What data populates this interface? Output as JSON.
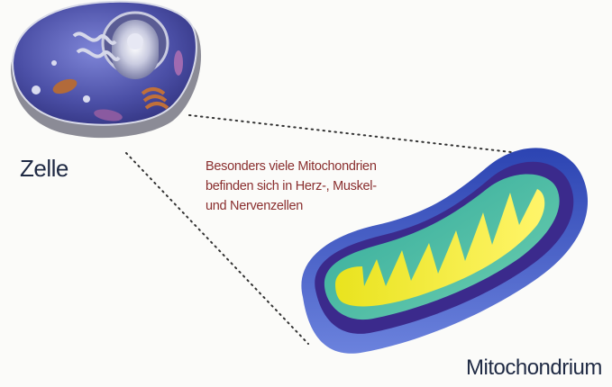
{
  "labels": {
    "cell": "Zelle",
    "mitochondrion": "Mitochondrium"
  },
  "caption": {
    "lines": [
      "Besonders viele Mitochondrien",
      "befinden sich in Herz-, Muskel-",
      "und Nervenzellen"
    ]
  },
  "colors": {
    "cell_body": "#4b4fa6",
    "mito_outer": "#3f5fc4",
    "mito_inner": "#3b2a8c",
    "mito_cristae": "#2fb89a",
    "mito_matrix": "#f2ec2a",
    "caption_text": "#8a2f2f",
    "label_text": "#1f2a44"
  }
}
